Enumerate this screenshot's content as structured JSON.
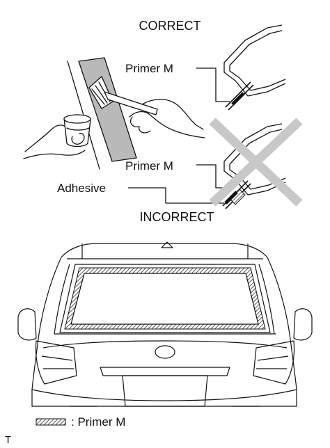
{
  "labels": {
    "correct": "CORRECT",
    "primer_top": "Primer M",
    "primer_mid": "Primer M",
    "adhesive": "Adhesive",
    "incorrect": "INCORRECT",
    "legend_text": ": Primer M",
    "corner_mark": "T"
  },
  "icons": {
    "cross": "x-mark-icon",
    "primer_swatch": "hatched-swatch-icon"
  },
  "colors": {
    "line": "#111111",
    "cross": "#c8c8c8",
    "strip": "#b9b9b9",
    "hatch": "#666666"
  }
}
